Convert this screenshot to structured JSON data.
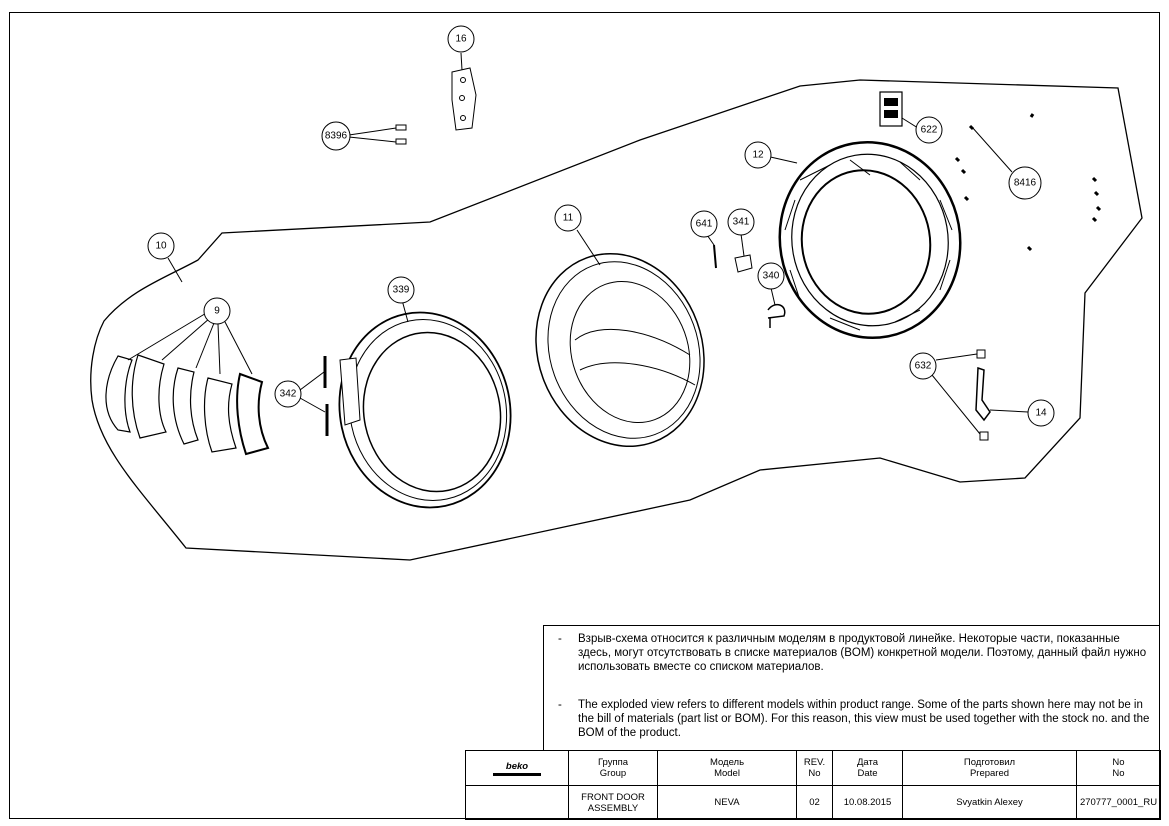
{
  "callouts": {
    "c16": "16",
    "c8396": "8396",
    "c622": "622",
    "c12": "12",
    "c8416": "8416",
    "c11": "11",
    "c641": "641",
    "c341": "341",
    "c340": "340",
    "c10": "10",
    "c339": "339",
    "c9": "9",
    "c342": "342",
    "c632": "632",
    "c14": "14"
  },
  "notes": {
    "dash": "-",
    "russian": "Взрыв-схема относится к различным моделям в продуктовой линейке. Некоторые части, показанные здесь, могут отсутствовать в списке материалов (BOM) конкретной модели. Поэтому, данный файл нужно использовать вместе со списком материалов.",
    "english": "The exploded view refers to different models within product range. Some of the parts shown here may not be in the bill of materials (part list or BOM). For this reason, this view must be used together with the stock no. and the BOM of the product."
  },
  "title_block": {
    "logo": "beko",
    "headers": {
      "group_ru": "Группа",
      "group_en": "Group",
      "model_ru": "Модель",
      "model_en": "Model",
      "rev_ru": "REV.",
      "rev_en": "No",
      "date_ru": "Дата",
      "date_en": "Date",
      "prepared_ru": "Подготовил",
      "prepared_en": "Prepared",
      "no_ru": "No",
      "no_en": "No"
    },
    "values": {
      "group_line1": "FRONT DOOR",
      "group_line2": "ASSEMBLY",
      "model": "NEVA",
      "rev": "02",
      "date": "10.08.2015",
      "prepared": "Svyatkin Alexey",
      "doc_no": "270777_0001_RU"
    }
  }
}
